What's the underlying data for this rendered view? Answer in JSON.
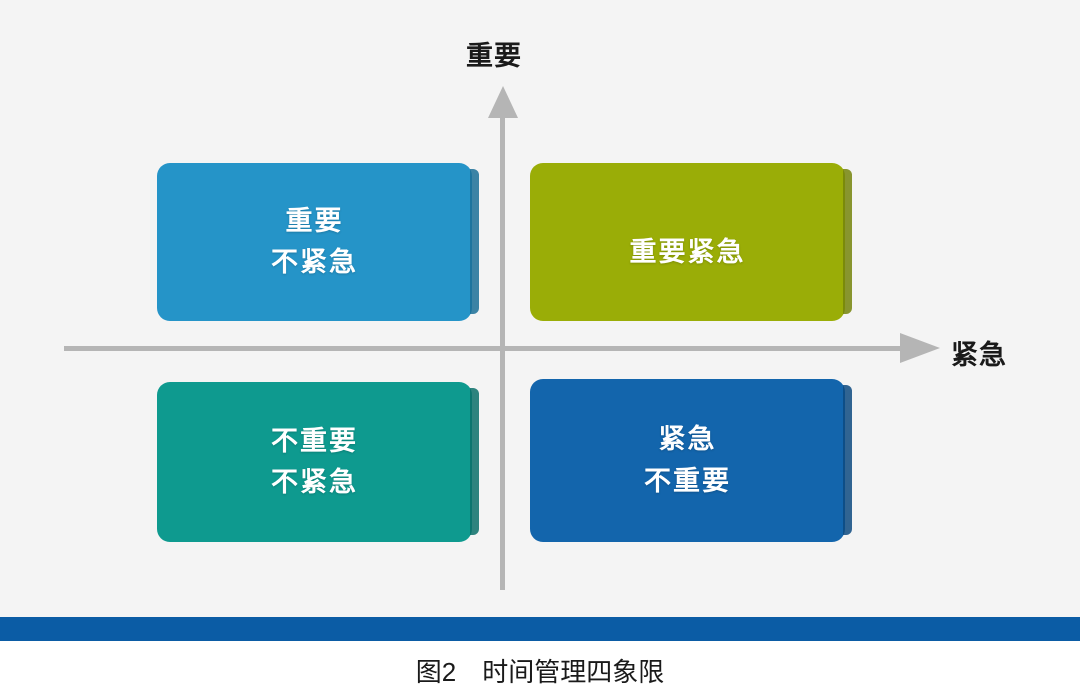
{
  "figure": {
    "background_color": "#f4f4f4",
    "page_color": "#ffffff",
    "caption": "图2　时间管理四象限",
    "accent_bar_color": "#0b5ca5",
    "axis_color": "#b5b5b5"
  },
  "axes": {
    "y_label": "重要",
    "x_label": "紧急"
  },
  "chart_data": {
    "type": "matrix",
    "title": "图2　时间管理四象限",
    "xlabel": "紧急",
    "ylabel": "重要",
    "quadrants": [
      {
        "id": "important-not-urgent",
        "position": "top-left",
        "lines": [
          "重要",
          "不紧急"
        ],
        "color": "#2594c8",
        "shadow_color": "#1b6f97"
      },
      {
        "id": "important-urgent",
        "position": "top-right",
        "lines": [
          "重要紧急"
        ],
        "color": "#9aad07",
        "shadow_color": "#74840a"
      },
      {
        "id": "not-important-not-urgent",
        "position": "bottom-left",
        "lines": [
          "不重要",
          "不紧急"
        ],
        "color": "#0e9a8f",
        "shadow_color": "#0a6f68"
      },
      {
        "id": "urgent-not-important",
        "position": "bottom-right",
        "lines": [
          "紧急",
          "不重要"
        ],
        "color": "#1365ac",
        "shadow_color": "#0d4a80"
      }
    ]
  }
}
